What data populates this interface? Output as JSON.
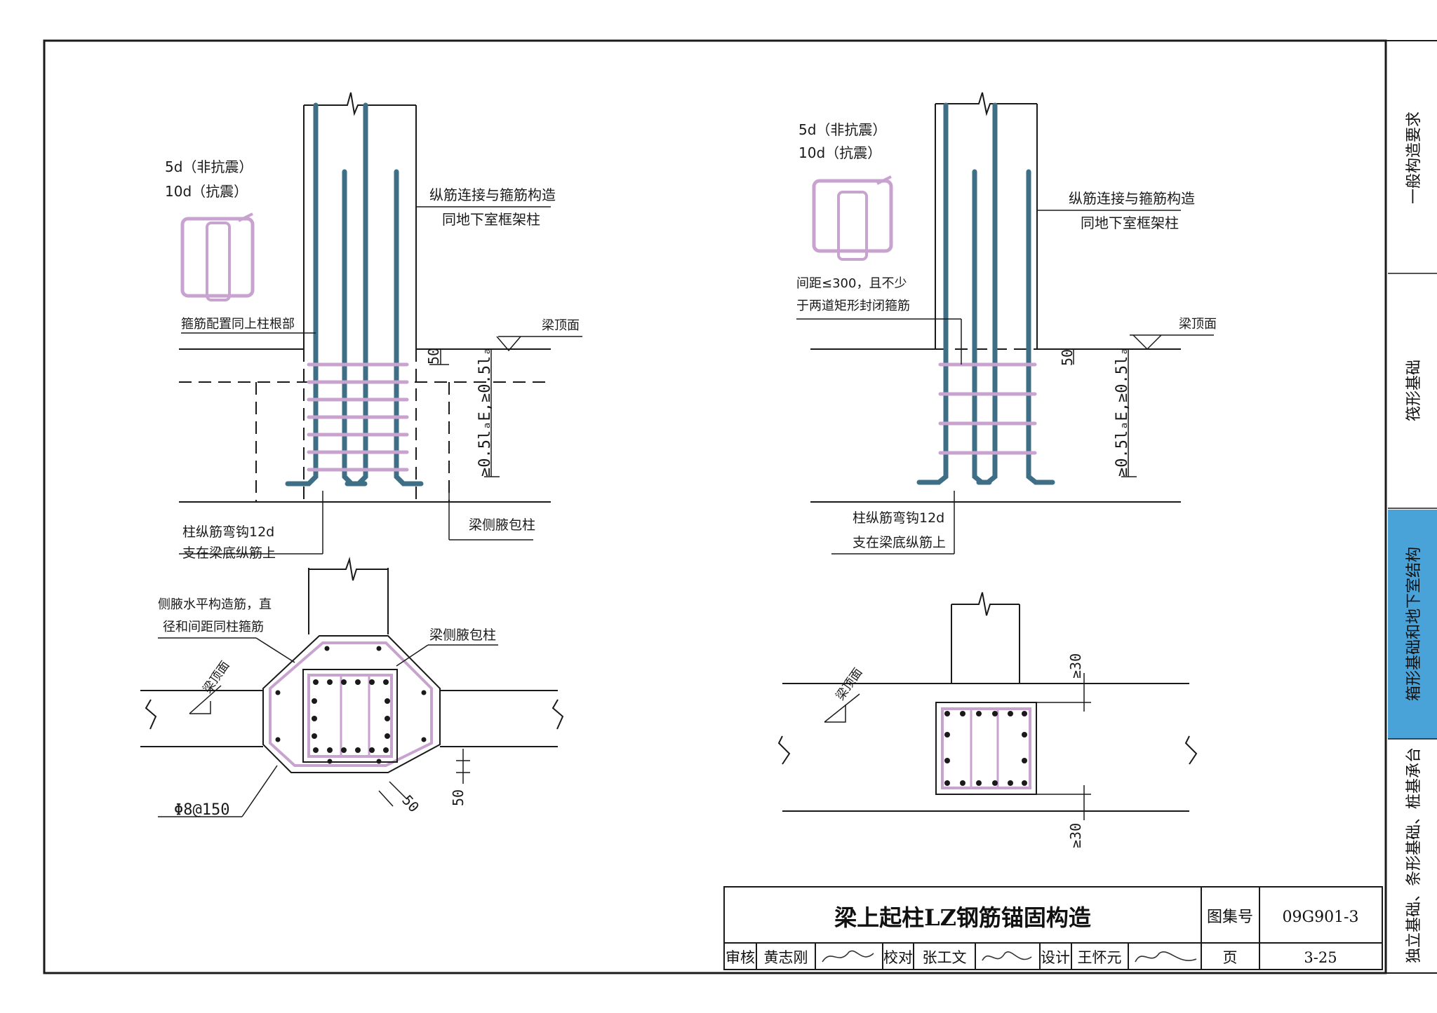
{
  "sidebar": {
    "tabs": [
      {
        "label": "一般构造要求",
        "active": false
      },
      {
        "label": "筏形基础",
        "active": false
      },
      {
        "label": "箱形基础和地下室结构",
        "active": true
      },
      {
        "label": "独立基础、条形基础、桩基承台",
        "active": false
      }
    ],
    "active_color": "#4aa3d8"
  },
  "left_view": {
    "hook_note_1": "5d（非抗震）",
    "hook_note_2": "10d（抗震）",
    "rebar_note_1": "纵筋连接与箍筋构造",
    "rebar_note_2": "同地下室框架柱",
    "stirrup_note": "箍筋配置同上柱根部",
    "beam_top": "梁顶面",
    "dim_50": "50",
    "dim_anchor": "≥0.5lₐE,≥0.5lₐ",
    "bend_note_1": "柱纵筋弯钩12d",
    "bend_note_2": "支在梁底纵筋上",
    "haunch_note": "梁侧腋包柱"
  },
  "right_view": {
    "hook_note_1": "5d（非抗震）",
    "hook_note_2": "10d（抗震）",
    "rebar_note_1": "纵筋连接与箍筋构造",
    "rebar_note_2": "同地下室框架柱",
    "spacing_note_1": "间距≤300，且不少",
    "spacing_note_2": "于两道矩形封闭箍筋",
    "beam_top": "梁顶面",
    "dim_50": "50",
    "dim_anchor": "≥0.5lₐE,≥0.5lₐ",
    "bend_note_1": "柱纵筋弯钩12d",
    "bend_note_2": "支在梁底纵筋上"
  },
  "left_plan": {
    "side_bar_note_1": "侧腋水平构造筋，直",
    "side_bar_note_2": "径和间距同柱箍筋",
    "haunch_note": "梁侧腋包柱",
    "beam_top": "梁顶面",
    "bar_spec": "Φ8@150",
    "dim_50a": "50",
    "dim_50b": "50"
  },
  "right_plan": {
    "beam_top": "梁顶面",
    "dim_30_top": "≥30",
    "dim_30_bottom": "≥30"
  },
  "title_block": {
    "title": "梁上起柱LZ钢筋锚固构造",
    "atlas_label": "图集号",
    "atlas_no": "09G901-3",
    "review_label": "审核",
    "reviewer": "黄志刚",
    "check_label": "校对",
    "checker": "张工文",
    "design_label": "设计",
    "designer": "王怀元",
    "page_label": "页",
    "page_no": "3-25"
  },
  "colors": {
    "rebar": "#3f6f86",
    "stirrup": "#c9a3cf",
    "line": "#1a1a1a"
  }
}
